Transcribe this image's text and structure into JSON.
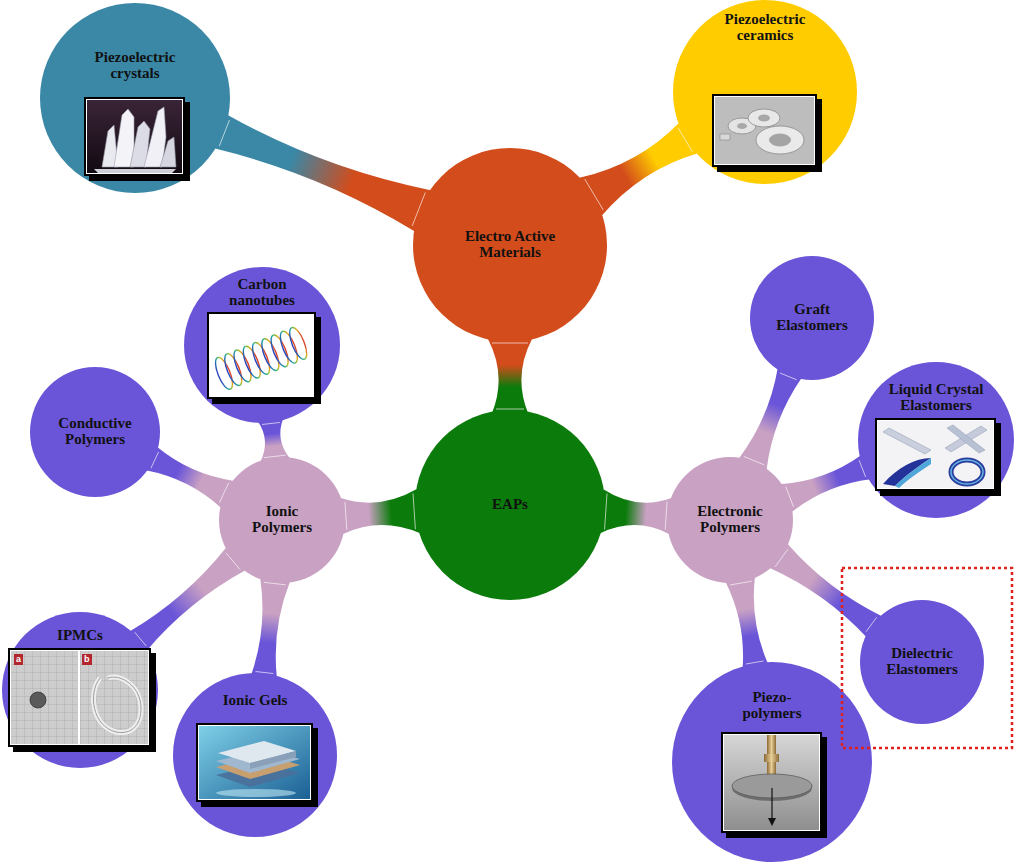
{
  "diagram": {
    "nodes": [
      {
        "text": [
          "Electro Active Materials"
        ]
      },
      {
        "text": [
          "Piezoelectric crystals"
        ]
      },
      {
        "text": [
          "Piezoelectric ceramics"
        ]
      },
      {
        "text": [
          "EAPs"
        ]
      },
      {
        "text": [
          "Ionic Polymers"
        ]
      },
      {
        "text": [
          "Electronic Polymers"
        ]
      },
      {
        "text": [
          "Carbon nanotubes"
        ]
      },
      {
        "text": [
          "Conductive Polymers"
        ]
      },
      {
        "text": [
          "IPMCs"
        ]
      },
      {
        "text": [
          "Ionic Gels"
        ]
      },
      {
        "text": [
          "Graft Elastomers"
        ]
      },
      {
        "text": [
          "Liquid Crystal Elastomers"
        ]
      },
      {
        "text": [
          "Dielectric Elastomers"
        ]
      },
      {
        "text": [
          "Piezo-polymers"
        ]
      }
    ],
    "edges": [
      {
        "from": 0,
        "to": 1,
        "arrow": "none"
      },
      {
        "from": 0,
        "to": 2,
        "arrow": "none"
      },
      {
        "from": 0,
        "to": 3,
        "arrow": "none"
      },
      {
        "from": 3,
        "to": 4,
        "arrow": "none"
      },
      {
        "from": 3,
        "to": 5,
        "arrow": "none"
      },
      {
        "from": 4,
        "to": 6,
        "arrow": "none"
      },
      {
        "from": 4,
        "to": 7,
        "arrow": "none"
      },
      {
        "from": 4,
        "to": 8,
        "arrow": "none"
      },
      {
        "from": 4,
        "to": 9,
        "arrow": "none"
      },
      {
        "from": 5,
        "to": 10,
        "arrow": "none"
      },
      {
        "from": 5,
        "to": 11,
        "arrow": "none"
      },
      {
        "from": 5,
        "to": 12,
        "arrow": "none"
      },
      {
        "from": 5,
        "to": 13,
        "arrow": "none"
      }
    ],
    "labels": [
      "a",
      "b"
    ]
  }
}
